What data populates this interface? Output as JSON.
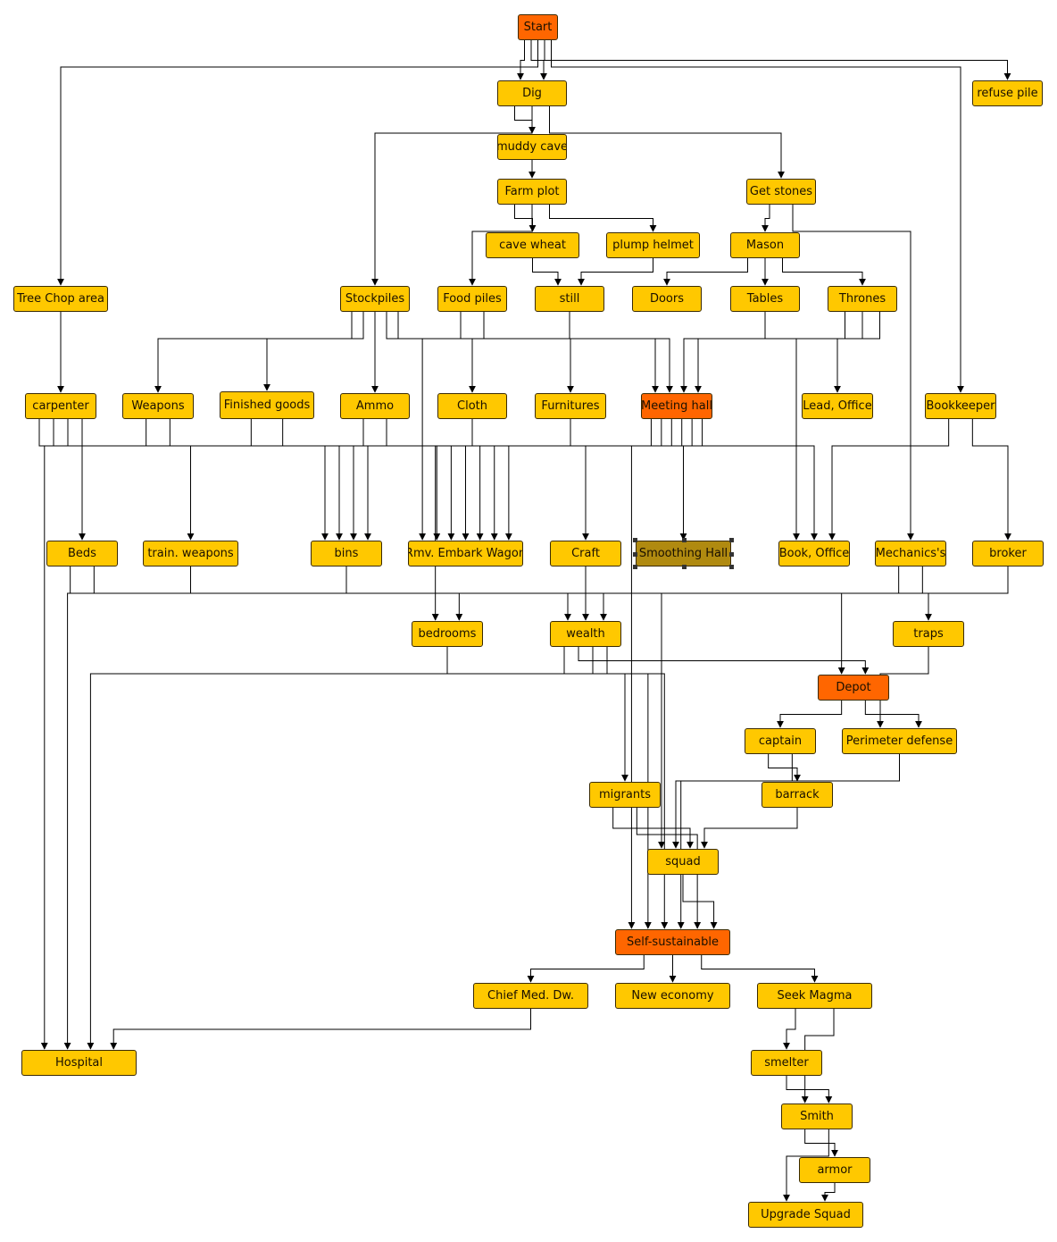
{
  "diagram": {
    "colors": {
      "default": "#ffc800",
      "highlight": "#ff6600",
      "selected": "#b08a10",
      "stroke": "#000000"
    },
    "nodes": [
      {
        "id": "start",
        "label": "Start",
        "style": "highlight"
      },
      {
        "id": "dig",
        "label": "Dig"
      },
      {
        "id": "refuse",
        "label": "refuse pile"
      },
      {
        "id": "muddy",
        "label": "muddy cave"
      },
      {
        "id": "farm",
        "label": "Farm plot"
      },
      {
        "id": "getstones",
        "label": "Get stones"
      },
      {
        "id": "cavewheat",
        "label": "cave wheat"
      },
      {
        "id": "plump",
        "label": "plump helmet"
      },
      {
        "id": "mason",
        "label": "Mason"
      },
      {
        "id": "treechop",
        "label": "Tree Chop area"
      },
      {
        "id": "stockpiles",
        "label": "Stockpiles"
      },
      {
        "id": "foodpiles",
        "label": "Food piles"
      },
      {
        "id": "still",
        "label": "still"
      },
      {
        "id": "doors",
        "label": "Doors"
      },
      {
        "id": "tables",
        "label": "Tables"
      },
      {
        "id": "thrones",
        "label": "Thrones"
      },
      {
        "id": "carpenter",
        "label": "carpenter"
      },
      {
        "id": "weapons",
        "label": "Weapons"
      },
      {
        "id": "finished",
        "label": "Finished goods"
      },
      {
        "id": "ammo",
        "label": "Ammo"
      },
      {
        "id": "cloth",
        "label": "Cloth"
      },
      {
        "id": "furnitures",
        "label": "Furnitures"
      },
      {
        "id": "meeting",
        "label": "Meeting hall",
        "style": "highlight"
      },
      {
        "id": "leadoffice",
        "label": "Lead, Office"
      },
      {
        "id": "bookkeeper",
        "label": "Bookkeeper"
      },
      {
        "id": "beds",
        "label": "Beds"
      },
      {
        "id": "trainweapons",
        "label": "train. weapons"
      },
      {
        "id": "bins",
        "label": "bins"
      },
      {
        "id": "rmv",
        "label": "Rmv. Embark Wagon"
      },
      {
        "id": "craft",
        "label": "Craft"
      },
      {
        "id": "smoothing",
        "label": "Smoothing Hall",
        "style": "selected"
      },
      {
        "id": "bookoffice",
        "label": "Book, Office"
      },
      {
        "id": "mechanics",
        "label": "Mechanics's"
      },
      {
        "id": "broker",
        "label": "broker"
      },
      {
        "id": "bedrooms",
        "label": "bedrooms"
      },
      {
        "id": "wealth",
        "label": "wealth"
      },
      {
        "id": "traps",
        "label": "traps"
      },
      {
        "id": "depot",
        "label": "Depot",
        "style": "highlight"
      },
      {
        "id": "captain",
        "label": "captain"
      },
      {
        "id": "perimeter",
        "label": "Perimeter defense"
      },
      {
        "id": "migrants",
        "label": "migrants"
      },
      {
        "id": "barrack",
        "label": "barrack"
      },
      {
        "id": "squad",
        "label": "squad"
      },
      {
        "id": "selfsus",
        "label": "Self-sustainable",
        "style": "highlight"
      },
      {
        "id": "chiefmed",
        "label": "Chief Med. Dw."
      },
      {
        "id": "neweconomy",
        "label": "New economy"
      },
      {
        "id": "seekmagma",
        "label": "Seek Magma"
      },
      {
        "id": "hospital",
        "label": "Hospital"
      },
      {
        "id": "smelter",
        "label": "smelter"
      },
      {
        "id": "smith",
        "label": "Smith"
      },
      {
        "id": "armor",
        "label": "armor"
      },
      {
        "id": "upgradesquad",
        "label": "Upgrade Squad"
      }
    ],
    "edges": [
      [
        "start",
        "dig"
      ],
      [
        "start",
        "dig"
      ],
      [
        "start",
        "treechop"
      ],
      [
        "start",
        "refuse"
      ],
      [
        "start",
        "bookkeeper"
      ],
      [
        "dig",
        "muddy"
      ],
      [
        "dig",
        "stockpiles"
      ],
      [
        "dig",
        "getstones"
      ],
      [
        "muddy",
        "farm"
      ],
      [
        "farm",
        "cavewheat"
      ],
      [
        "farm",
        "foodpiles"
      ],
      [
        "farm",
        "plump"
      ],
      [
        "getstones",
        "mason"
      ],
      [
        "getstones",
        "mechanics"
      ],
      [
        "cavewheat",
        "still"
      ],
      [
        "plump",
        "still"
      ],
      [
        "mason",
        "doors"
      ],
      [
        "mason",
        "tables"
      ],
      [
        "mason",
        "thrones"
      ],
      [
        "treechop",
        "carpenter"
      ],
      [
        "stockpiles",
        "weapons"
      ],
      [
        "stockpiles",
        "finished"
      ],
      [
        "stockpiles",
        "ammo"
      ],
      [
        "stockpiles",
        "cloth"
      ],
      [
        "stockpiles",
        "furnitures"
      ],
      [
        "foodpiles",
        "meeting"
      ],
      [
        "foodpiles",
        "rmv"
      ],
      [
        "still",
        "meeting"
      ],
      [
        "tables",
        "meeting"
      ],
      [
        "thrones",
        "meeting"
      ],
      [
        "thrones",
        "leadoffice"
      ],
      [
        "thrones",
        "bookoffice"
      ],
      [
        "carpenter",
        "beds"
      ],
      [
        "carpenter",
        "trainweapons"
      ],
      [
        "carpenter",
        "bins"
      ],
      [
        "carpenter",
        "hospital"
      ],
      [
        "weapons",
        "bins"
      ],
      [
        "weapons",
        "rmv"
      ],
      [
        "finished",
        "bins"
      ],
      [
        "finished",
        "rmv"
      ],
      [
        "ammo",
        "bins"
      ],
      [
        "ammo",
        "rmv"
      ],
      [
        "cloth",
        "rmv"
      ],
      [
        "furnitures",
        "rmv"
      ],
      [
        "meeting",
        "bedrooms"
      ],
      [
        "meeting",
        "craft"
      ],
      [
        "meeting",
        "smoothing"
      ],
      [
        "meeting",
        "bookoffice"
      ],
      [
        "meeting",
        "rmv"
      ],
      [
        "meeting",
        "selfsus"
      ],
      [
        "bookkeeper",
        "bookoffice"
      ],
      [
        "bookkeeper",
        "broker"
      ],
      [
        "beds",
        "bedrooms"
      ],
      [
        "beds",
        "hospital"
      ],
      [
        "trainweapons",
        "squad"
      ],
      [
        "bins",
        "wealth"
      ],
      [
        "craft",
        "wealth"
      ],
      [
        "mechanics",
        "wealth"
      ],
      [
        "mechanics",
        "traps"
      ],
      [
        "broker",
        "depot"
      ],
      [
        "bedrooms",
        "selfsus"
      ],
      [
        "wealth",
        "hospital"
      ],
      [
        "wealth",
        "depot"
      ],
      [
        "wealth",
        "migrants"
      ],
      [
        "wealth",
        "selfsus"
      ],
      [
        "traps",
        "perimeter"
      ],
      [
        "depot",
        "captain"
      ],
      [
        "depot",
        "perimeter"
      ],
      [
        "captain",
        "barrack"
      ],
      [
        "captain",
        "squad"
      ],
      [
        "perimeter",
        "selfsus"
      ],
      [
        "migrants",
        "squad"
      ],
      [
        "migrants",
        "selfsus"
      ],
      [
        "barrack",
        "squad"
      ],
      [
        "squad",
        "selfsus"
      ],
      [
        "selfsus",
        "chiefmed"
      ],
      [
        "selfsus",
        "neweconomy"
      ],
      [
        "selfsus",
        "seekmagma"
      ],
      [
        "chiefmed",
        "hospital"
      ],
      [
        "seekmagma",
        "smelter"
      ],
      [
        "seekmagma",
        "smith"
      ],
      [
        "smelter",
        "smith"
      ],
      [
        "smith",
        "armor"
      ],
      [
        "smith",
        "upgradesquad"
      ],
      [
        "armor",
        "upgradesquad"
      ]
    ]
  }
}
